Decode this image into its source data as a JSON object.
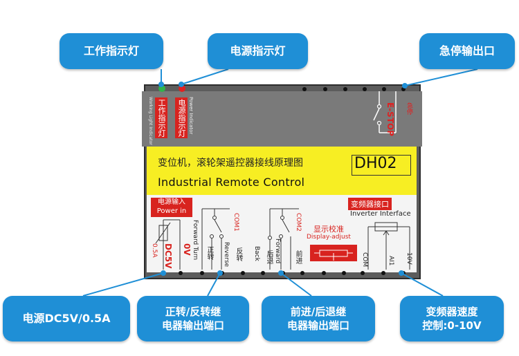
{
  "callouts": {
    "work_indicator": "工作指示灯",
    "power_indicator": "电源指示灯",
    "estop_output": "急停输出口",
    "power_supply": "电源DC5V/0.5A",
    "fwd_rev_relay": "正转/反转继\n电器输出端口",
    "back_forward_relay": "前进/后退继\n电器输出端口",
    "inverter_speed": "变频器速度\n控制:0-10V"
  },
  "device": {
    "title_cn": "变位机，滚轮架遥控器接线原理图",
    "model": "DH02",
    "title_en": "Industrial Remote Control",
    "work_light_cn": "工作指示灯",
    "work_light_en": "Working Light Indicator",
    "power_light_cn": "电源指示灯",
    "power_light_en": "Power Indicator",
    "estop_cn": "急停",
    "estop_en": "E-STOP",
    "power_in_cn": "电源输入",
    "power_in_en": "Power in",
    "v_rating": "DC5V",
    "a_rating": "0.5A",
    "zero_v": "0V",
    "com1": "COM1",
    "com2": "COM2",
    "forward_turn_en": "Forward Turn",
    "forward_turn_cn": "正转",
    "reverse_en": "Reverse",
    "reverse_cn": "反转",
    "back_en": "Back",
    "back_cn": "后退",
    "forward_en": "Forward",
    "forward_cn": "前进",
    "display_adjust_cn": "显示校准",
    "display_adjust_en": "Display-adjust",
    "inverter_cn": "变频器接口",
    "inverter_en": "Inverter Interface",
    "com": "COM",
    "ai1": "AI1",
    "v10": "10V"
  },
  "colors": {
    "callout_blue": "#1f8fd6",
    "label_red": "#d8231f",
    "panel_yellow": "#f7ee23",
    "led_green": "#2fb34a",
    "led_red": "#e02020"
  }
}
